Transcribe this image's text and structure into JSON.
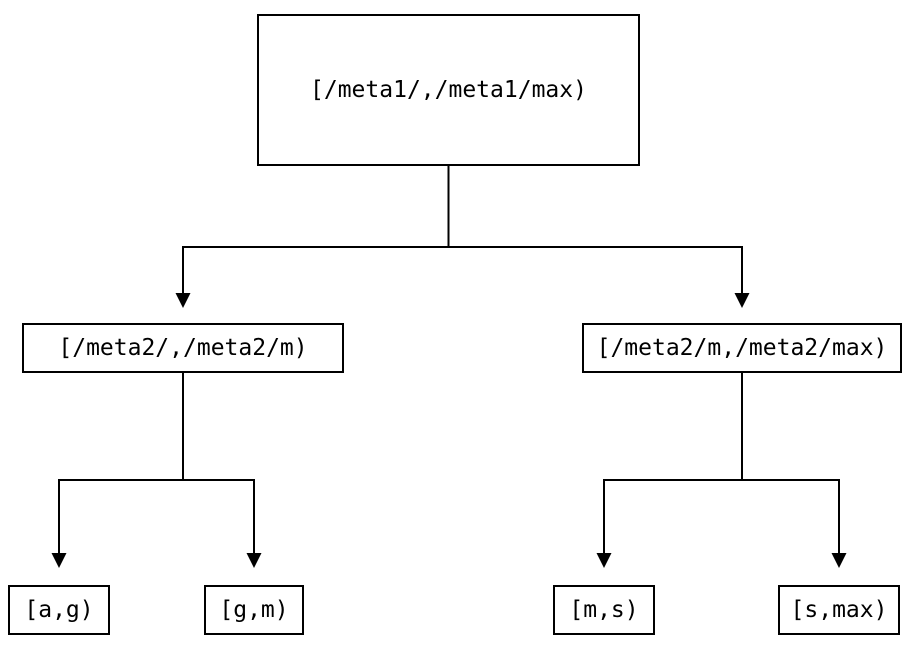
{
  "tree": {
    "root": {
      "label": "[/meta1/,/meta1/max)"
    },
    "children": [
      {
        "label": "[/meta2/,/meta2/m)",
        "children": [
          {
            "label": "[a,g)"
          },
          {
            "label": "[g,m)"
          }
        ]
      },
      {
        "label": "[/meta2/m,/meta2/max)",
        "children": [
          {
            "label": "[m,s)"
          },
          {
            "label": "[s,max)"
          }
        ]
      }
    ],
    "colors": {
      "line": "#000000",
      "box_border": "#000000",
      "text": "#000000",
      "background": "#ffffff"
    }
  }
}
